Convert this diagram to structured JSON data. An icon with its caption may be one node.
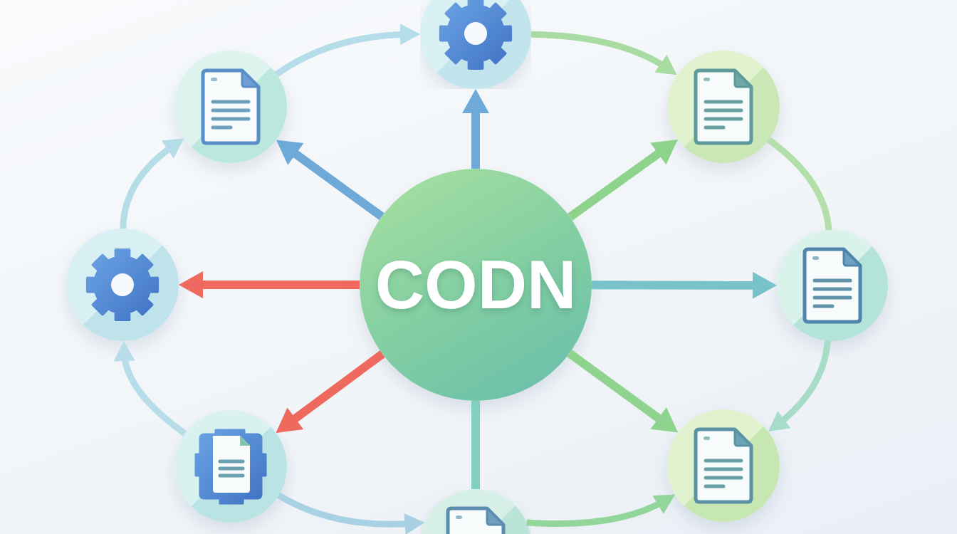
{
  "diagram": {
    "nodes": [
      {
        "text": [
          "CODN"
        ]
      },
      {
        "text": [],
        "shape": "circle"
      },
      {
        "text": [],
        "shape": "circle"
      },
      {
        "text": [],
        "shape": "circle"
      },
      {
        "text": [],
        "shape": "circle"
      },
      {
        "text": [],
        "shape": "circle"
      },
      {
        "text": [],
        "shape": "circle"
      },
      {
        "text": [],
        "shape": "circle"
      },
      {
        "text": [],
        "shape": "circle"
      }
    ],
    "edges": [
      {
        "from": 0,
        "to": 1,
        "arrow": "to",
        "color": "#6ea9d8"
      },
      {
        "from": 0,
        "to": 2,
        "arrow": "to",
        "color": "#8ed38c"
      },
      {
        "from": 0,
        "to": 3,
        "arrow": "to",
        "color": "#77c3c9"
      },
      {
        "from": 0,
        "to": 4,
        "arrow": "to",
        "color": "#8fd48e"
      },
      {
        "from": 0,
        "to": 5,
        "arrow": "none",
        "color": "#80cfc0"
      },
      {
        "from": 0,
        "to": 6,
        "arrow": "to",
        "color": "#ee6a5f"
      },
      {
        "from": 0,
        "to": 7,
        "arrow": "to",
        "color": "#ee6a5f"
      },
      {
        "from": 0,
        "to": 8,
        "arrow": "to",
        "color": "#6fa9d8"
      },
      {
        "from": 8,
        "to": 1,
        "arrow": "to",
        "color": "#b5dce9"
      },
      {
        "from": 1,
        "to": 2,
        "arrow": "to",
        "color": "#a9dca2"
      },
      {
        "from": 2,
        "to": 3,
        "arrow": "none",
        "color": "#b2dfaa"
      },
      {
        "from": 3,
        "to": 4,
        "arrow": "to",
        "color": "#a7dcc8"
      },
      {
        "from": 5,
        "to": 4,
        "arrow": "to",
        "color": "#93d69b"
      },
      {
        "from": 6,
        "to": 5,
        "arrow": "to",
        "color": "#a8d2e4"
      },
      {
        "from": 6,
        "to": 7,
        "arrow": "to",
        "color": "#b6dde9"
      },
      {
        "from": 7,
        "to": 8,
        "arrow": "to",
        "color": "#b5dde8"
      }
    ]
  }
}
